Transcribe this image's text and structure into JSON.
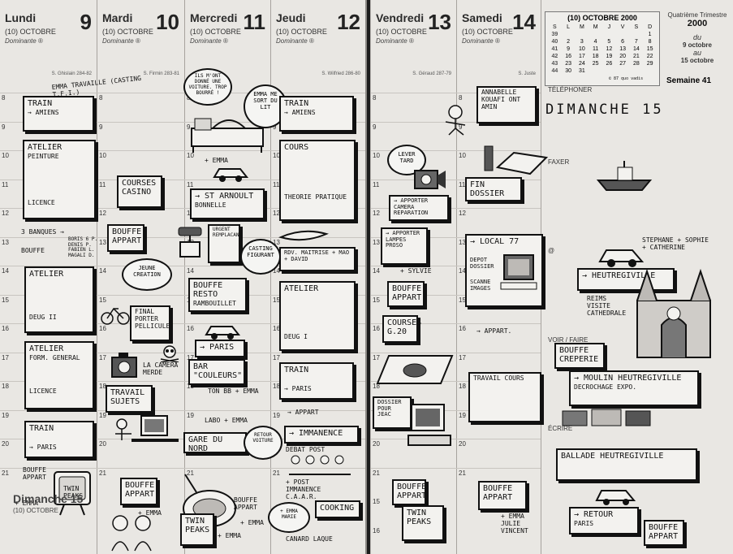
{
  "left_page": {
    "days": [
      {
        "name": "Lundi",
        "num": "9",
        "month": "(10) OCTOBRE",
        "dominante": "Dominante ®",
        "saint": "S. Ghislain 284-82"
      },
      {
        "name": "Mardi",
        "num": "10",
        "month": "(10) OCTOBRE",
        "dominante": "Dominante ®",
        "saint": "S. Firmin 283-81"
      },
      {
        "name": "Mercredi",
        "num": "11",
        "month": "(10) OCTOBRE",
        "dominante": "Dominante ®",
        "saint": ""
      },
      {
        "name": "Jeudi",
        "num": "12",
        "month": "(10) OCTOBRE",
        "dominante": "Dominante ®",
        "saint": "S. Wilfried 286-80"
      }
    ],
    "hours": [
      "8",
      "9",
      "10",
      "11",
      "12",
      "13",
      "14",
      "15",
      "16",
      "17",
      "18",
      "19",
      "20",
      "21"
    ],
    "footer": {
      "dimanche": "Dimanche 15",
      "sub": "(10) OCTOBRE"
    },
    "notes": {
      "lundi": {
        "emma": "EMMA TRAVAILLE (CASTING T.F.I.)",
        "train1": "TRAIN",
        "amiens1": "→ AMIENS",
        "atelier1": "ATELIER",
        "peinture": "PEINTURE",
        "licence1": "LICENCE",
        "banques": "3 BANQUES →",
        "bouffe1": "BOUFFE",
        "atelier2": "ATELIER",
        "deug2": "DEUG II",
        "atelier3": "ATELIER",
        "form": "FORM. GENERAL",
        "licence2": "LICENCE",
        "train2": "TRAIN",
        "paris1": "→ PARIS",
        "bouffe_appart": "BOUFFE APPART",
        "emma2": "+ EMMA",
        "twin_peaks": "TWIN PEAKS"
      },
      "mardi": {
        "courses": "COURSES CASINO",
        "bouffe_appart": "BOUFFE APPART",
        "names": "BORIS 6 P. DENIS P. FABIEN L. MAGALI D.",
        "jeune": "JEUNE CREATION",
        "final": "FINAL PORTER PELLICULE",
        "camera": "LA CAMERA MERDE",
        "travail": "TRAVAIL SUJETS",
        "bouffe_appart2": "BOUFFE APPART",
        "emma": "+ EMMA"
      },
      "mercredi": {
        "idee": "ILS M'ONT DONNÉ UNE VOITURE. TROP BOURRÉ !",
        "emma_car": "+ EMMA",
        "st_arnoult": "→ ST ARNOULT",
        "bonnelle": "BONNELLE",
        "urgent": "URGENT REMPLACANT",
        "bouffe_resto": "BOUFFE RESTO",
        "rambouillet": "RAMBOUILLET",
        "paris": "→ PARIS",
        "bar": "BAR \"COULEURS\"",
        "tonbb": "TON BB + EMMA",
        "labo": "LABO + EMMA",
        "gare": "GARE DU NORD",
        "bouffe_appart": "BOUFFE APPART",
        "emma": "+ EMMA",
        "twin": "TWIN PEAKS",
        "emma2": "+ EMMA"
      },
      "jeudi": {
        "emme_lit": "EMMA ME SORT DU LIT",
        "train": "TRAIN",
        "amiens": "→ AMIENS",
        "cours": "COURS",
        "theorie": "THEORIE PRATIQUE",
        "casting": "CASTING FIGURANT",
        "rdv": "RDV. MAITRISE + MAO + DAVID",
        "atelier": "ATELIER",
        "deug": "DEUG I",
        "train2": "TRAIN",
        "paris": "→ PARIS",
        "appart": "→ APPART",
        "retour": "RETOUR VOITURE",
        "immanence": "→ IMMANENCE",
        "debat": "DEBAT POST",
        "post": "+ POST IMMANENCE C.A.A.R.",
        "emma_marie": "+ EMMA MARIE",
        "cooking": "COOKING",
        "canard": "CANARD LAQUE"
      }
    }
  },
  "right_page": {
    "days": [
      {
        "name": "Vendredi",
        "num": "13",
        "month": "(10) OCTOBRE",
        "dominante": "Dominante ®",
        "saint": "S. Géraud 287-79"
      },
      {
        "name": "Samedi",
        "num": "14",
        "month": "(10) OCTOBRE",
        "dominante": "Dominante ®",
        "saint": "S. Juste"
      }
    ],
    "hours": [
      "8",
      "9",
      "10",
      "11",
      "12",
      "13",
      "14",
      "15",
      "16",
      "17",
      "18",
      "19",
      "20",
      "21"
    ],
    "hours_extra": [
      "15",
      "16"
    ],
    "calendar": {
      "title": "(10) OCTOBRE 2000",
      "head": [
        "S",
        "L",
        "M",
        "M",
        "J",
        "V",
        "S",
        "D"
      ],
      "rows": [
        [
          "39",
          "",
          "",
          "",
          "",
          "",
          "",
          "1"
        ],
        [
          "40",
          "2",
          "3",
          "4",
          "5",
          "6",
          "7",
          "8"
        ],
        [
          "41",
          "9",
          "10",
          "11",
          "12",
          "13",
          "14",
          "15"
        ],
        [
          "42",
          "16",
          "17",
          "18",
          "19",
          "20",
          "21",
          "22"
        ],
        [
          "43",
          "23",
          "24",
          "25",
          "26",
          "27",
          "28",
          "29"
        ],
        [
          "44",
          "30",
          "31",
          "",
          "",
          "",
          "",
          ""
        ]
      ],
      "footnote": "© 87 quo vadis"
    },
    "quarter": {
      "label": "Quatrième Trimestre",
      "year": "2000",
      "du": "du",
      "from": "9 octobre",
      "au": "au",
      "to": "15 octobre"
    },
    "semaine": "Semaine 41",
    "sections": {
      "telephoner": "TÉLÉPHONER",
      "faxer": "FAXER",
      "at": "@",
      "voir": "VOIR / FAIRE",
      "ecrire": "ÉCRIRE"
    },
    "dimanche_title": "DIMANCHE 15",
    "notes": {
      "vendredi": {
        "lever": "LEVER TARD",
        "apporter": "→ APPORTER CAMERA REPARATION",
        "apporter2": "→ APPORTER LAMPES PROSO",
        "sylvie": "+ SYLVIE",
        "bouffe": "BOUFFE APPART",
        "courses": "COURSES G.20",
        "dossier": "DOSSIER POUR JEAC",
        "bouffe2": "BOUFFE APPART",
        "twin": "TWIN PEAKS"
      },
      "samedi": {
        "annabelle": "ANNABELLE KOUAFI ONT AMIN",
        "fin": "FIN DOSSIER",
        "local": "→ LOCAL 77",
        "depot": "DEPOT DOSSIER",
        "scanne": "SCANNE IMAGES",
        "appart": "→ APPART.",
        "travail": "TRAVAIL COURS",
        "bouffe": "BOUFFE APPART",
        "names": "+ EMMA JULIE VINCENT"
      },
      "dimanche": {
        "stephane": "STEPHANE + SOPHIE + CATHERINE",
        "heutre": "→ HEUTREGIVILLE",
        "reims": "REIMS VISITE CATHEDRALE",
        "bouffe": "BOUFFE CREPERIE",
        "moulin": "→ MOULIN HEUTREGIVILLE",
        "decrochage": "DECROCHAGE EXPO.",
        "ballade": "BALLADE HEUTREGIVILLE",
        "retour": "→ RETOUR",
        "paris": "PARIS",
        "bouffe2": "BOUFFE APPART"
      }
    }
  }
}
